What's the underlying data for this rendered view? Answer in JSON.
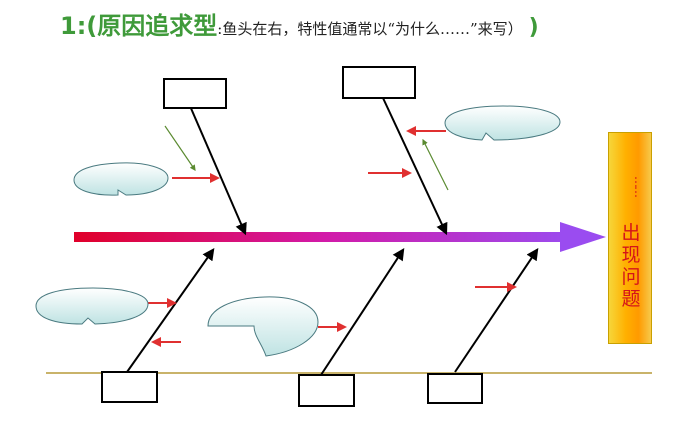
{
  "title": {
    "main": "1:(原因追求型",
    "sub": ":鱼头在右，特性值通常以“为什么……”来写）",
    "close": ")"
  },
  "head": {
    "dots": "……",
    "label": "出现问题"
  },
  "colors": {
    "spine_start": "#e0002a",
    "spine_end": "#9a4cf0",
    "head_fill": "#ffb000",
    "head_text": "#d4141a",
    "small_arrow": "#e03030",
    "baseline": "#c9b36a",
    "title_green": "#3f9a3a"
  }
}
